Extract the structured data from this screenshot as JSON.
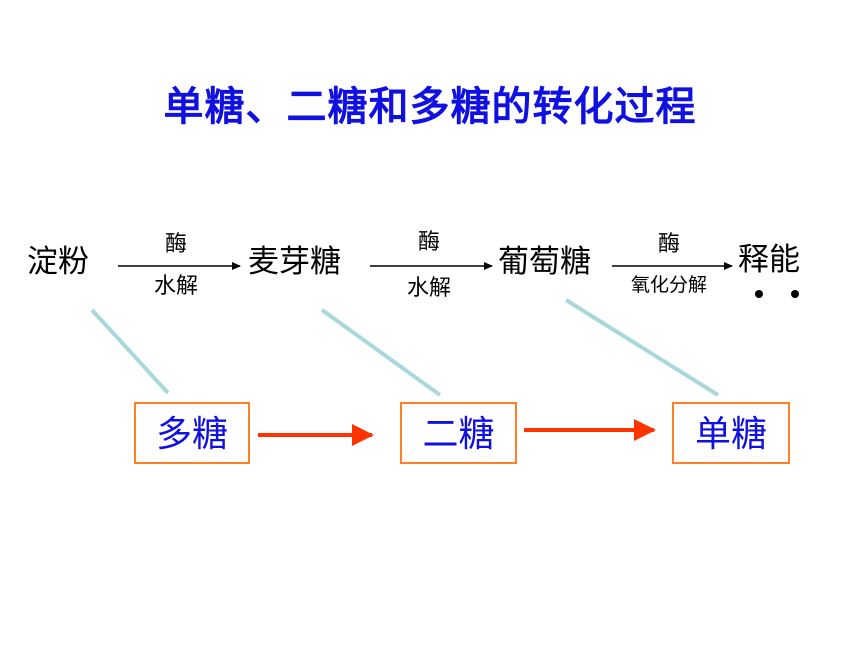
{
  "title": "单糖、二糖和多糖的转化过程",
  "pathway": {
    "starch": "淀粉",
    "maltose": "麦芽糖",
    "glucose": "葡萄糖",
    "energy": "释能",
    "step1": {
      "above": "酶",
      "below": "水解"
    },
    "step2": {
      "above": "酶",
      "below": "水解"
    },
    "step3": {
      "above": "酶",
      "below": "氧化分解"
    }
  },
  "categories": {
    "poly": "多糖",
    "di": "二糖",
    "mono": "单糖"
  },
  "colors": {
    "title": "#1010e0",
    "box_border": "#ff7f27",
    "box_text": "#1010e0",
    "connector": "#a8d8dc",
    "red_arrow": "#ff3300"
  }
}
